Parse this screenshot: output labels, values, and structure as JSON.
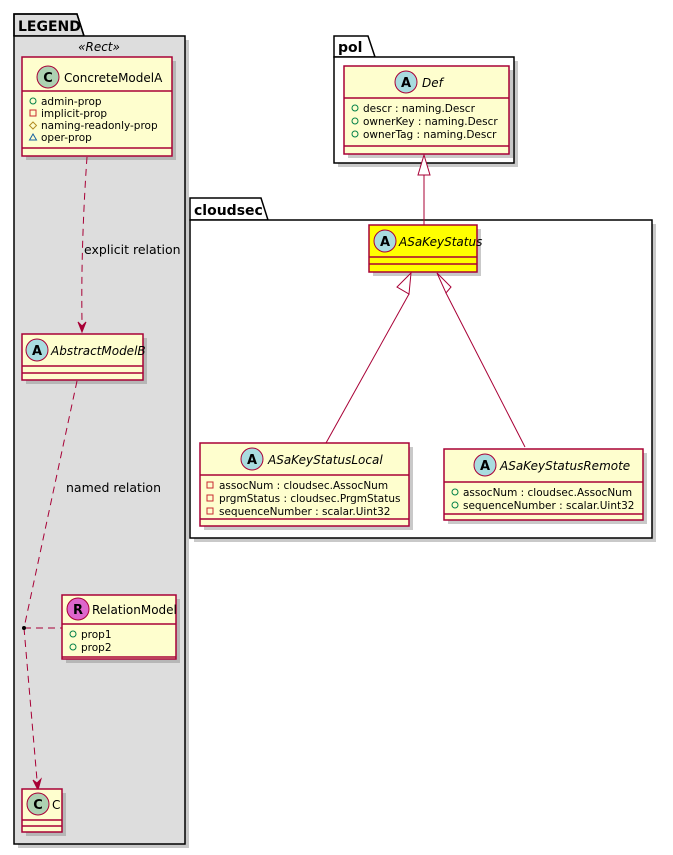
{
  "colors": {
    "class_fill": "#fefece",
    "class_border": "#a80036",
    "highlight_fill": "#ffff00",
    "legend_bg": "#dddddd",
    "circle_class": "#add1b2",
    "circle_abstract": "#a9dcdf",
    "circle_relation": "#dd66cc",
    "vis_public": "#038048",
    "vis_private": "#c82930",
    "vis_protected": "#b38d22",
    "vis_package": "#1963a0"
  },
  "legend": {
    "title": "LEGEND",
    "stereotype": "«Rect»",
    "concrete_model": {
      "letter": "C",
      "name": "ConcreteModelA",
      "attributes": [
        {
          "vis": "public",
          "text": "admin-prop"
        },
        {
          "vis": "private",
          "text": "implicit-prop"
        },
        {
          "vis": "protected",
          "text": "naming-readonly-prop"
        },
        {
          "vis": "package",
          "text": "oper-prop"
        }
      ]
    },
    "abstract_model": {
      "letter": "A",
      "name": "AbstractModelB"
    },
    "relation_model": {
      "letter": "R",
      "name": "RelationModel",
      "attributes": [
        {
          "vis": "public",
          "text": "prop1"
        },
        {
          "vis": "public",
          "text": "prop2"
        }
      ]
    },
    "c_model": {
      "letter": "C",
      "name": "C"
    },
    "edges": {
      "explicit": "explicit relation",
      "named": "named relation"
    }
  },
  "pol": {
    "title": "pol",
    "def_class": {
      "letter": "A",
      "name": "Def",
      "attributes": [
        {
          "vis": "public",
          "text": "descr : naming.Descr"
        },
        {
          "vis": "public",
          "text": "ownerKey : naming.Descr"
        },
        {
          "vis": "public",
          "text": "ownerTag : naming.Descr"
        }
      ]
    }
  },
  "cloudsec": {
    "title": "cloudsec",
    "status_class": {
      "letter": "A",
      "name": "ASaKeyStatus"
    },
    "local_class": {
      "letter": "A",
      "name": "ASaKeyStatusLocal",
      "attributes": [
        {
          "vis": "private",
          "text": "assocNum : cloudsec.AssocNum"
        },
        {
          "vis": "private",
          "text": "prgmStatus : cloudsec.PrgmStatus"
        },
        {
          "vis": "private",
          "text": "sequenceNumber : scalar.Uint32"
        }
      ]
    },
    "remote_class": {
      "letter": "A",
      "name": "ASaKeyStatusRemote",
      "attributes": [
        {
          "vis": "public",
          "text": "assocNum : cloudsec.AssocNum"
        },
        {
          "vis": "public",
          "text": "sequenceNumber : scalar.Uint32"
        }
      ]
    }
  }
}
